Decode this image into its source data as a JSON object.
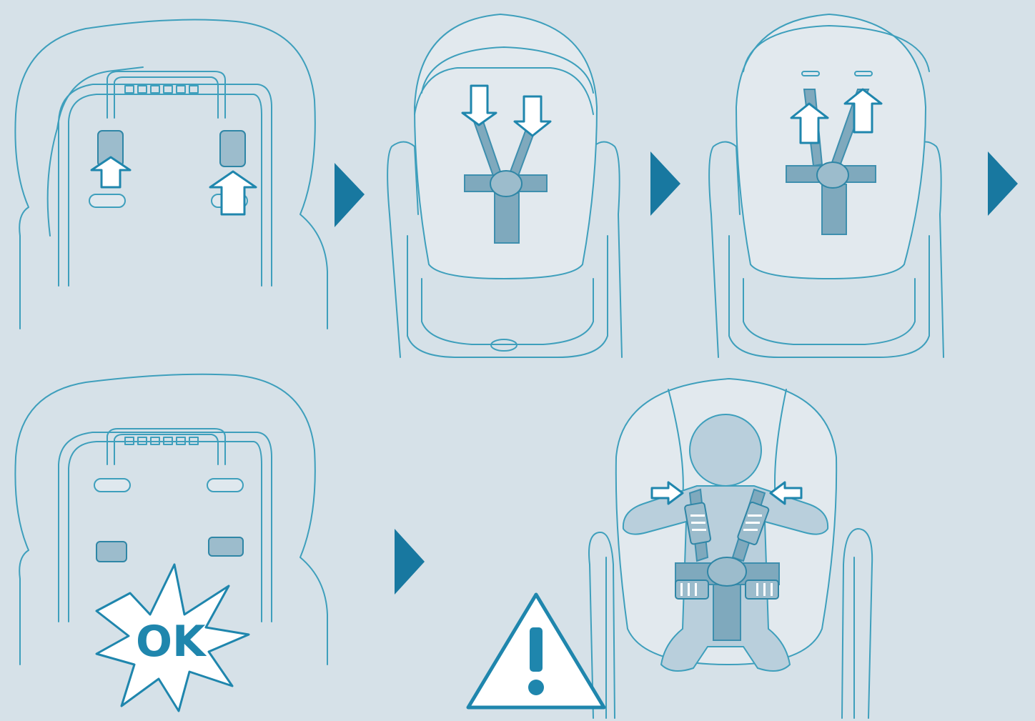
{
  "colors": {
    "background": "#d6e1e8",
    "line": "#3e9fbc",
    "accent": "#1878a0",
    "arrow_fill": "#ffffff"
  },
  "steps": [
    {
      "name": "step-1-rear-slots-insert",
      "arrows": "up"
    },
    {
      "name": "step-2-front-straps-pull-down",
      "arrows": "down"
    },
    {
      "name": "step-3-front-straps-push-up",
      "arrows": "up"
    },
    {
      "name": "step-4-rear-slots-locked"
    },
    {
      "name": "step-5-child-harnessed-warning"
    }
  ],
  "labels": {
    "ok": "OK"
  },
  "icons": [
    "next-step-arrow-icon",
    "warning-triangle-icon",
    "ok-burst-icon"
  ]
}
